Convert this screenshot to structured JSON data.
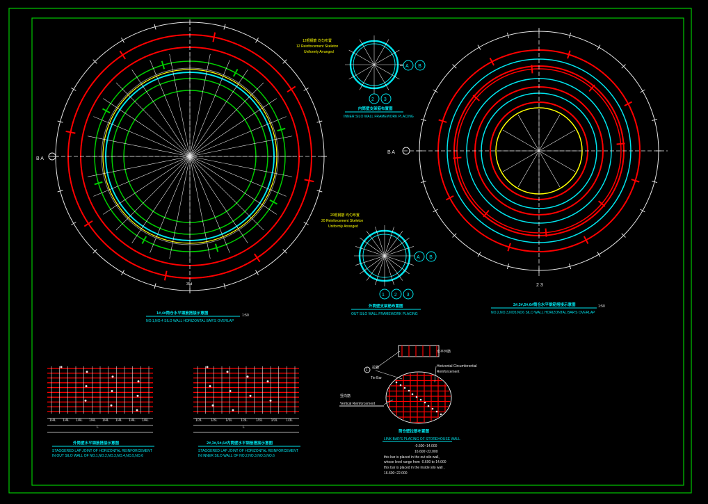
{
  "colors": {
    "frame": "#00c800",
    "white": "#e6e6e6",
    "red": "#ff0000",
    "green": "#00cc00",
    "cyan": "#00e5ee",
    "yellow": "#ffff00",
    "caption": "#00e5ee"
  },
  "plan1": {
    "title_cn": "1#,4#筒仓水平钢筋搭接示意图",
    "title_en": "NO.1,NO.4 SILO WALL HORIZONTAL BAR'S OVERLAP",
    "scale": "1:50",
    "axis_ab": "B A",
    "bottom_mark": "35d"
  },
  "plan2": {
    "title_cn": "2#,3#,5#,6#筒仓水平钢筋搭接示意图",
    "title_en": "NO.2,NO.3,NO5,NO6 SILO WALL HORIZONTAL BAR'S OVERLAP",
    "scale": "1:50",
    "axis_ab": "B A",
    "axis_23": "2 3"
  },
  "inner_detail": {
    "note_cn": "12根钢筋 均匀布置",
    "note_l1": "12 Reinforcement Skeleton",
    "note_l2": "Uniformly Arranged",
    "axis_ab": "A B",
    "axis_23": "2 3",
    "title_cn": "内筒壁支架筋布置图",
    "title_en": "INNER SILO WALL FRAMEWORK PLACING"
  },
  "outer_detail": {
    "note_cn": "20根钢筋 均匀布置",
    "note_l1": "20 Reinforcement Skeleton",
    "note_l2": "Uniformly Arranged",
    "axis_ab": "A B",
    "axis_123": "1 2 3",
    "title_cn": "外筒壁支架筋布置图",
    "title_en": "OUT SILO WALL FRAMEWORK PLACING"
  },
  "lap1": {
    "title_cn": "外筒壁水平钢筋搭接示意图",
    "title_l1": "STAGGERED LAP JOINT OF HORIZONTAL REINFORCEMENT",
    "title_l2": "IN OUT SILO WALL OF NO.1,NO.2,NO.3,NO.4,NO.5,NO.6",
    "dims": [
      "1/4L",
      "1/4L",
      "1/4L",
      "1/4L",
      "1/4L",
      "1/4L",
      "1/4L",
      "1/4L"
    ],
    "dim_total": "L"
  },
  "lap2": {
    "title_cn": "2#,3#,5#,6#内筒壁水平钢筋搭接示意图",
    "title_l1": "STAGGERED LAP JOINT OF HORIZONTAL REINFORCEMENT",
    "title_l2": "IN INNER SILO WALL OF NO.2,NO.3,NO.5,NO.6",
    "dims": [
      "1/3L",
      "1/3L",
      "1/3L",
      "1/3L",
      "1/3L",
      "1/3L",
      "1/3L"
    ],
    "dim_total": "L"
  },
  "link": {
    "label_tiebar_cn": "拉筋",
    "label_tiebar": "Tie Bar",
    "label_horiz_cn": "水平环筋",
    "label_horiz_l1": "Horizontal Circumferential",
    "label_horiz_l2": "Reinforcement",
    "label_vert_cn": "竖向筋",
    "label_vert": "Vertical Reinforcement",
    "title_cn": "筒仓壁拉筋布置图",
    "title_en": "LINK BAR'S PLACING OF STOREHOUSE WALL",
    "range1": "-0.600~14.000",
    "range2": "16.600~22.000",
    "note1": "this bar is placed in the out silo wall,",
    "note2": "whose level range from -0.600 to 14.000",
    "note3": "this bar is placed in the inside silo wall ,",
    "note4": "16.600~22.000",
    "marker": "1"
  }
}
